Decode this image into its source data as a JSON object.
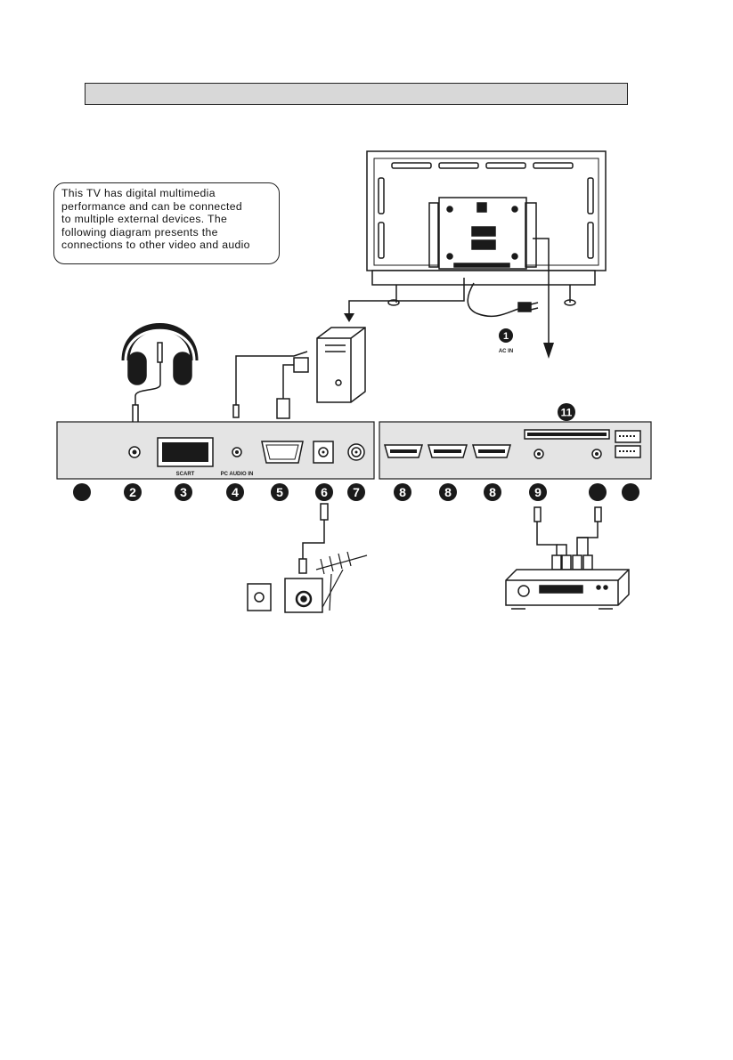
{
  "header": {
    "title": ""
  },
  "intro": {
    "lines": [
      "This TV has digital multimedia",
      "performance and can be connected",
      "to multiple external devices. The",
      "following diagram presents the",
      "connections to other video and audio"
    ]
  },
  "tv_rear": {
    "ac_in_label": "AC IN"
  },
  "left_panel": {
    "scart_label": "SCART",
    "pc_audio_label": "PC AUDIO IN"
  },
  "callouts": {
    "c1": "1",
    "c2": "2",
    "c3": "3",
    "c4": "4",
    "c5": "5",
    "c6": "6",
    "c7": "7",
    "c8a": "8",
    "c8b": "8",
    "c8c": "8",
    "c9": "9",
    "c11": "11"
  },
  "colors": {
    "panel": "#e4e4e4",
    "ink": "#1a1a1a",
    "title_bar": "#d8d8d8",
    "callout": "#1a1a1a"
  }
}
